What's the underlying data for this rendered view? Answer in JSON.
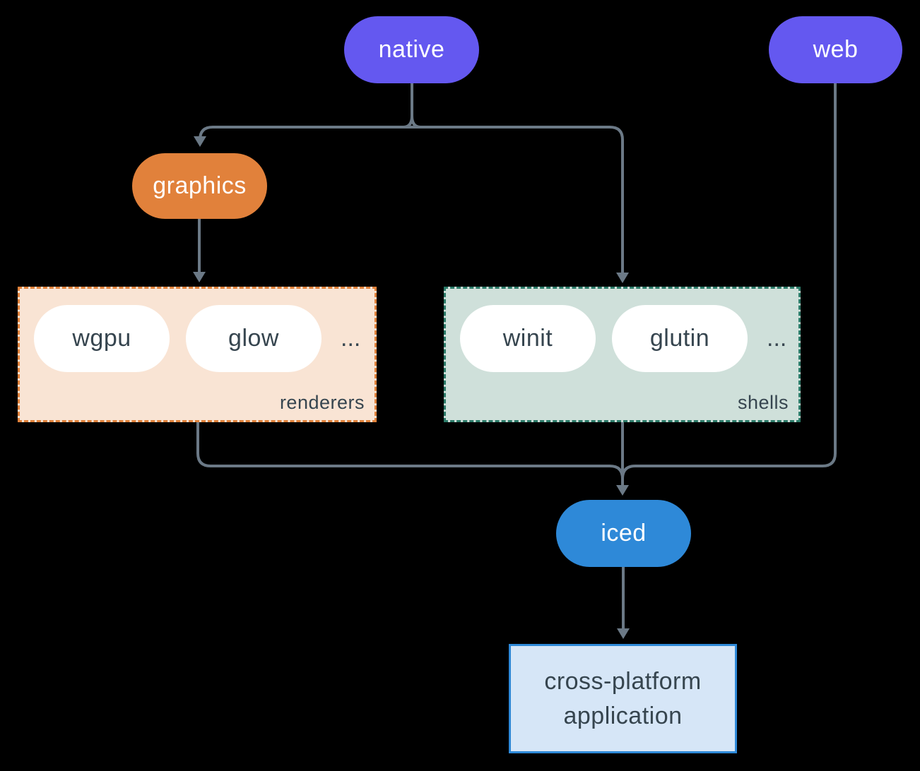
{
  "diagram": {
    "background": "#000000",
    "connector_color": "#6B7986",
    "nodes": {
      "native": {
        "label": "native",
        "color": "#6458F0",
        "text_color": "#FFFFFF"
      },
      "web": {
        "label": "web",
        "color": "#6458F0",
        "text_color": "#FFFFFF"
      },
      "graphics": {
        "label": "graphics",
        "color": "#E1813B",
        "text_color": "#FFFFFF"
      },
      "iced": {
        "label": "iced",
        "color": "#2E89D8",
        "text_color": "#FFFFFF"
      },
      "application": {
        "label": "cross-platform application",
        "background": "#D6E6F7",
        "border": "#2E89D8",
        "text_color": "#36454F"
      }
    },
    "groups": {
      "renderers": {
        "label": "renderers",
        "items": [
          "wgpu",
          "glow"
        ],
        "more": "...",
        "background": "#F9E4D4",
        "border": "#E0813A",
        "item_text_color": "#36454F"
      },
      "shells": {
        "label": "shells",
        "items": [
          "winit",
          "glutin"
        ],
        "more": "...",
        "background": "#CFE0DA",
        "border": "#2B7A68",
        "item_text_color": "#36454F"
      }
    },
    "edges": [
      {
        "from": "native",
        "to": "graphics"
      },
      {
        "from": "native",
        "to": "shells"
      },
      {
        "from": "graphics",
        "to": "renderers"
      },
      {
        "from": "renderers",
        "to": "iced"
      },
      {
        "from": "shells",
        "to": "iced"
      },
      {
        "from": "web",
        "to": "iced"
      },
      {
        "from": "iced",
        "to": "application"
      }
    ]
  }
}
